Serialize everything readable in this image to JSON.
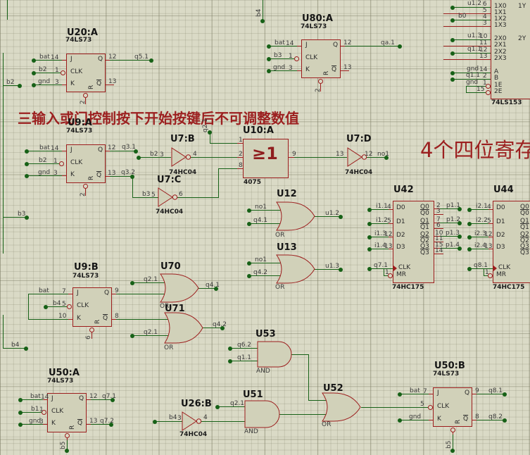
{
  "annotations": {
    "note1": "三输入或门控制按下开始按键后不可调整数值",
    "note2": "4个四位寄存"
  },
  "colors": {
    "wire": "#176117",
    "component": "#9c1d1d",
    "annotation": "#9c2020"
  },
  "shared": {
    "or": "OR",
    "and": "AND",
    "ge1": "≥1",
    "v04": "74HC04",
    "v73": "74LS73",
    "v175": "74HC175",
    "ff": {
      "j": "J",
      "clk": "CLK",
      "k": "K",
      "q": "Q",
      "r": "R"
    },
    "reg": {
      "d0": "D0",
      "d1": "D1",
      "d2": "D2",
      "d3": "D3",
      "clk": "CLK",
      "mr": "MR",
      "q0": "Q0",
      "q1": "Q1",
      "q2": "Q2",
      "q3": "Q3"
    }
  },
  "u20a": {
    "ref": "U20:A",
    "n": [
      "bat",
      "b2",
      "gnd",
      "q5.1"
    ],
    "p": [
      "14",
      "1",
      "3",
      "12",
      "13",
      "2"
    ]
  },
  "u80a": {
    "ref": "U80:A",
    "n": [
      "bat",
      "b3",
      "gnd",
      "qa.1"
    ],
    "p": [
      "14",
      "1",
      "3",
      "12",
      "13",
      "2"
    ]
  },
  "u9a": {
    "ref": "U9:A",
    "n": [
      "bat",
      "b2",
      "gnd",
      "q3.1",
      "q3.2"
    ],
    "p": [
      "14",
      "1",
      "3",
      "12",
      "13",
      "2"
    ]
  },
  "u9b": {
    "ref": "U9:B",
    "n": [
      "bat",
      "b4"
    ],
    "p": [
      "7",
      "5",
      "10",
      "9",
      "8",
      "6"
    ]
  },
  "u50a": {
    "ref": "U50:A",
    "n": [
      "bat",
      "b1",
      "gnd",
      "q7.1",
      "q7.2",
      "b5"
    ],
    "p": [
      "14",
      "1",
      "3",
      "12",
      "13"
    ]
  },
  "u50b": {
    "ref": "U50:B",
    "n": [
      "bat",
      "gnd",
      "q8.1",
      "q8.2",
      "b5"
    ],
    "p": [
      "7",
      "5",
      "9",
      "8"
    ]
  },
  "u7b": {
    "ref": "U7:B",
    "n": "b2",
    "p": [
      "3",
      "4"
    ]
  },
  "u7c": {
    "ref": "U7:C",
    "n": "b3",
    "p": [
      "5",
      "6"
    ]
  },
  "u7d": {
    "ref": "U7:D",
    "n": "no1",
    "p": [
      "13",
      "12"
    ]
  },
  "u26b": {
    "ref": "U26:B",
    "n": "b4",
    "p": [
      "3",
      "4"
    ]
  },
  "u10a": {
    "ref": "U10:A",
    "val": "4075",
    "n": "q2.1",
    "p": [
      "1",
      "2",
      "8",
      "9"
    ]
  },
  "u12": {
    "ref": "U12",
    "n": [
      "no1",
      "q4.1",
      "u1.2"
    ]
  },
  "u13": {
    "ref": "U13",
    "n": [
      "no1",
      "q4.2",
      "u1.3"
    ]
  },
  "u70": {
    "ref": "U70",
    "n": [
      "q2.1",
      "q4.1"
    ]
  },
  "u71": {
    "ref": "U71",
    "n": [
      "q2.1",
      "q4.2"
    ]
  },
  "u53": {
    "ref": "U53",
    "n": [
      "q6.2",
      "q1.1"
    ]
  },
  "u51": {
    "ref": "U51",
    "n": [
      "q2.1"
    ]
  },
  "u52": {
    "ref": "U52"
  },
  "u42": {
    "ref": "U42",
    "nd": [
      "i1.1",
      "i1.2",
      "i1.3",
      "i1.4"
    ],
    "pd": [
      "4",
      "5",
      "12",
      "13"
    ],
    "nq": [
      "p1.1",
      "p1.2",
      "p1.3",
      "p1.4"
    ],
    "pq": [
      "2",
      "7",
      "10",
      "15"
    ],
    "pqb": [
      "3",
      "6",
      "11",
      "14"
    ],
    "nclk": "q7.1",
    "pmr": "1"
  },
  "u44": {
    "ref": "U44",
    "nd": [
      "i2.1",
      "i2.2",
      "i2.3",
      "i2.4"
    ],
    "pd": [
      "4",
      "5",
      "12",
      "13"
    ],
    "nclk": "q8.1",
    "pmr": "1"
  },
  "mux": {
    "val": "74LS153",
    "rows": [
      "1X0",
      "1X1",
      "1X2",
      "1X3",
      "2X0",
      "2X1",
      "2X2",
      "2X3",
      "A",
      "B",
      "1E",
      "2E"
    ],
    "outs": [
      "1Y",
      "2Y"
    ],
    "p": [
      "6",
      "5",
      "4",
      "3",
      "10",
      "11",
      "12",
      "13",
      "14",
      "2",
      "1",
      "15"
    ],
    "n": [
      "u1.2",
      "b0",
      "u1.3",
      "q1.1",
      "gnd",
      "q1.1",
      "gnd"
    ]
  },
  "edges": {
    "b2": "b2",
    "b3": "b3",
    "b4": "b4",
    "b4t": "b4"
  }
}
